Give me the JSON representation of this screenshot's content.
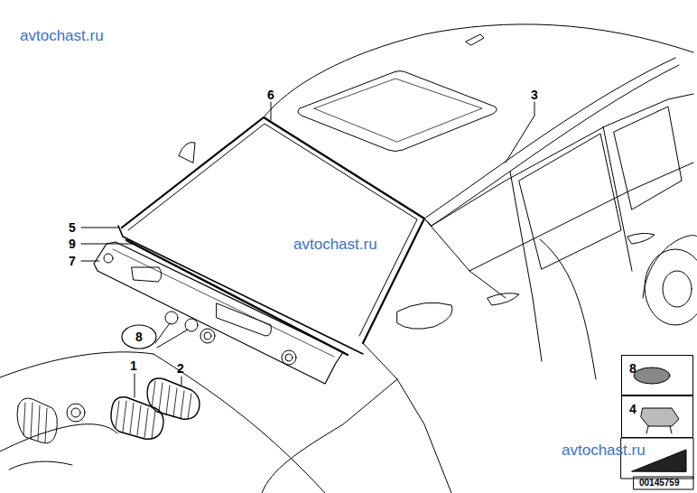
{
  "diagram": {
    "nodes": [
      {
        "text": [
          "8"
        ]
      },
      {
        "text": [
          "8"
        ]
      },
      {
        "text": [
          "4"
        ]
      }
    ],
    "labels": [
      "avtochast.ru",
      "6",
      "3",
      "5",
      "9",
      "avtochast.ru",
      "7",
      "1",
      "2",
      "avtochast.ru",
      "00145759"
    ]
  }
}
